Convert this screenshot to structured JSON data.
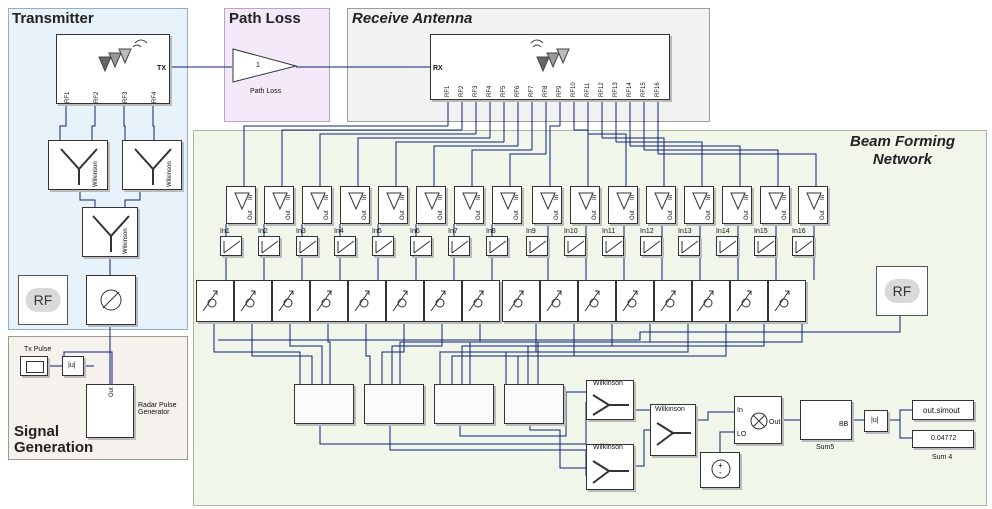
{
  "areas": {
    "transmitter": "Transmitter",
    "path_loss": "Path Loss",
    "receive_antenna": "Receive Antenna",
    "beam_forming": "Beam Forming\nNetwork",
    "signal_generation": "Signal\nGeneration"
  },
  "blocks": {
    "tx_port": "TX",
    "rx_port": "RX",
    "gain_value": "1",
    "path_loss_label": "Path Loss",
    "tx_rf_ports": [
      "RF1",
      "RF2",
      "RF3",
      "RF4"
    ],
    "rx_rf_ports": [
      "RF1",
      "RF2",
      "RF3",
      "RF4",
      "RF5",
      "RF6",
      "RF7",
      "RF8",
      "RF9",
      "RF10",
      "RF11",
      "RF12",
      "RF13",
      "RF14",
      "RF15",
      "RF16"
    ],
    "wilkinson": "Wilkinson",
    "rf_label": "RF",
    "tx_pulse": "Tx Pulse",
    "abs_label": "|u|",
    "out_label": "Out",
    "radar_pulse_generator": "Radar Pulse\nGenerator",
    "in_label": "In",
    "in_ports": [
      "In1",
      "In2",
      "In3",
      "In4",
      "In5",
      "In6",
      "In7",
      "In8",
      "In9",
      "In10",
      "In11",
      "In12",
      "In13",
      "In14",
      "In15",
      "In16"
    ],
    "lo_label": "LO",
    "bb_label": "BB",
    "sum5": "Sum5",
    "sum4": "Sum 4",
    "sum4_value": "0.04772",
    "simout": "out.simout"
  }
}
